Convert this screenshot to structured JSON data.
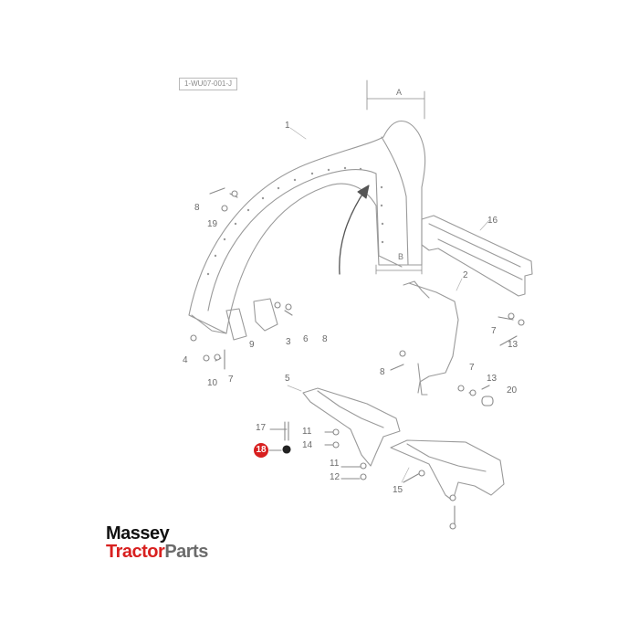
{
  "diagram": {
    "reference_code": "1-WU07-001-J",
    "dimension_labels": [
      "A",
      "B"
    ],
    "callouts": [
      {
        "id": "c1",
        "label": "1"
      },
      {
        "id": "c2",
        "label": "2"
      },
      {
        "id": "c3",
        "label": "3"
      },
      {
        "id": "c4",
        "label": "4"
      },
      {
        "id": "c5",
        "label": "5"
      },
      {
        "id": "c6",
        "label": "6"
      },
      {
        "id": "c7a",
        "label": "7"
      },
      {
        "id": "c7b",
        "label": "7"
      },
      {
        "id": "c7c",
        "label": "7"
      },
      {
        "id": "c8a",
        "label": "8"
      },
      {
        "id": "c8b",
        "label": "8"
      },
      {
        "id": "c8c",
        "label": "8"
      },
      {
        "id": "c9",
        "label": "9"
      },
      {
        "id": "c10",
        "label": "10"
      },
      {
        "id": "c11a",
        "label": "11"
      },
      {
        "id": "c11b",
        "label": "11"
      },
      {
        "id": "c12",
        "label": "12"
      },
      {
        "id": "c13a",
        "label": "13"
      },
      {
        "id": "c13b",
        "label": "13"
      },
      {
        "id": "c14",
        "label": "14"
      },
      {
        "id": "c15",
        "label": "15"
      },
      {
        "id": "c16",
        "label": "16"
      },
      {
        "id": "c17",
        "label": "17"
      },
      {
        "id": "c18",
        "label": "18",
        "highlighted": true
      },
      {
        "id": "c19",
        "label": "19"
      },
      {
        "id": "c20",
        "label": "20"
      }
    ],
    "highlight_color": "#d81f1f"
  },
  "logo": {
    "line1": "Massey",
    "line2_red": "Tractor",
    "line2_grey": "Parts"
  }
}
